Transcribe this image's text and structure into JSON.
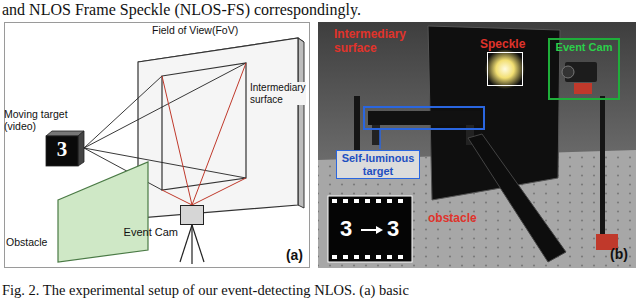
{
  "diagram": {
    "caption": "Fig. 2. The experimental setup of our event-detecting NLOS. (a) basic",
    "nodes": [
      {
        "text": [
          "(a)"
        ]
      },
      {
        "text": [
          "Event Cam"
        ],
        "in": 0
      },
      {
        "text": [
          "(b)"
        ]
      },
      {
        "text": [
          "Self-luminous target"
        ],
        "in": 2
      },
      {
        "text": [
          "Event Cam"
        ],
        "in": 2
      },
      {
        "text": [
          "Speckle"
        ],
        "in": 2
      }
    ],
    "labels": [
      "and NLOS Frame Speckle (NLOS-FS) correspondingly.",
      "Field of View(FoV)",
      "Intermediary surface",
      "Moving target (video)",
      "Obstacle",
      "3",
      "Intermediary surface",
      "obstacle",
      "3",
      "3"
    ]
  }
}
